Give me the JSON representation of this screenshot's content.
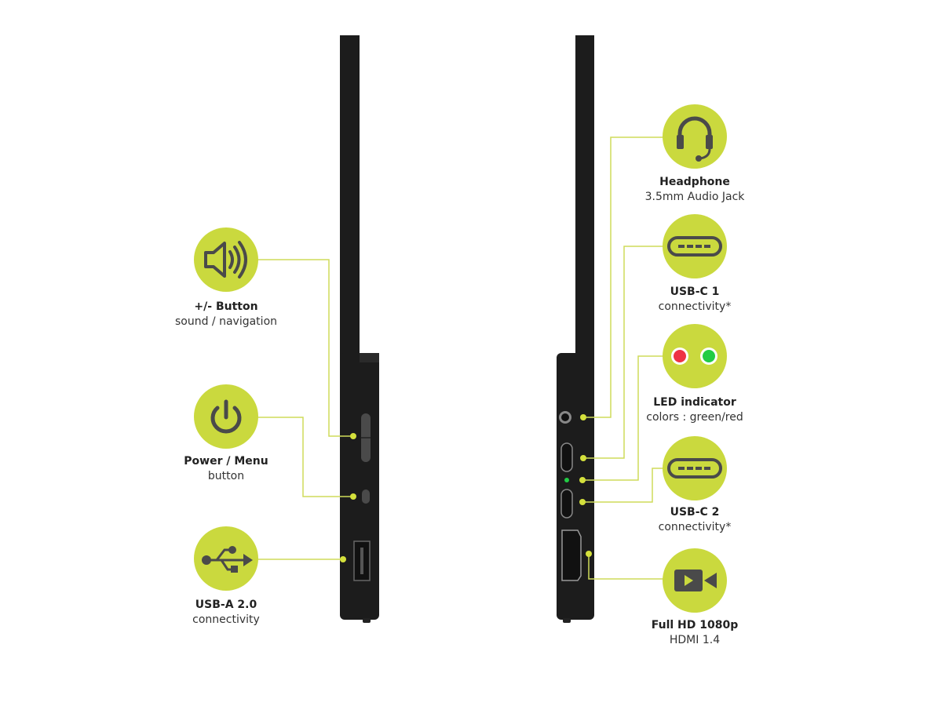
{
  "colors": {
    "accent": "#cad93e",
    "icon": "#4a4a4a",
    "device": "#1c1c1c",
    "line": "#cfdc5a",
    "led_green": "#22cc44",
    "led_red": "#ee3344"
  },
  "left_features": [
    {
      "icon": "speaker-icon",
      "title": "+/- Button",
      "subtitle": "sound / navigation"
    },
    {
      "icon": "power-icon",
      "title": "Power / Menu",
      "subtitle": "button"
    },
    {
      "icon": "usb-icon",
      "title": "USB-A 2.0",
      "subtitle": "connectivity"
    }
  ],
  "right_features": [
    {
      "icon": "headphone-icon",
      "title": "Headphone",
      "subtitle": "3.5mm Audio Jack"
    },
    {
      "icon": "usb-c-icon",
      "title": "USB-C 1",
      "subtitle": "connectivity*"
    },
    {
      "icon": "led-icon",
      "title": "LED indicator",
      "subtitle": "colors : green/red"
    },
    {
      "icon": "usb-c-icon",
      "title": "USB-C 2",
      "subtitle": "connectivity*"
    },
    {
      "icon": "video-camera-icon",
      "title": "Full HD 1080p",
      "subtitle": "HDMI 1.4"
    }
  ]
}
